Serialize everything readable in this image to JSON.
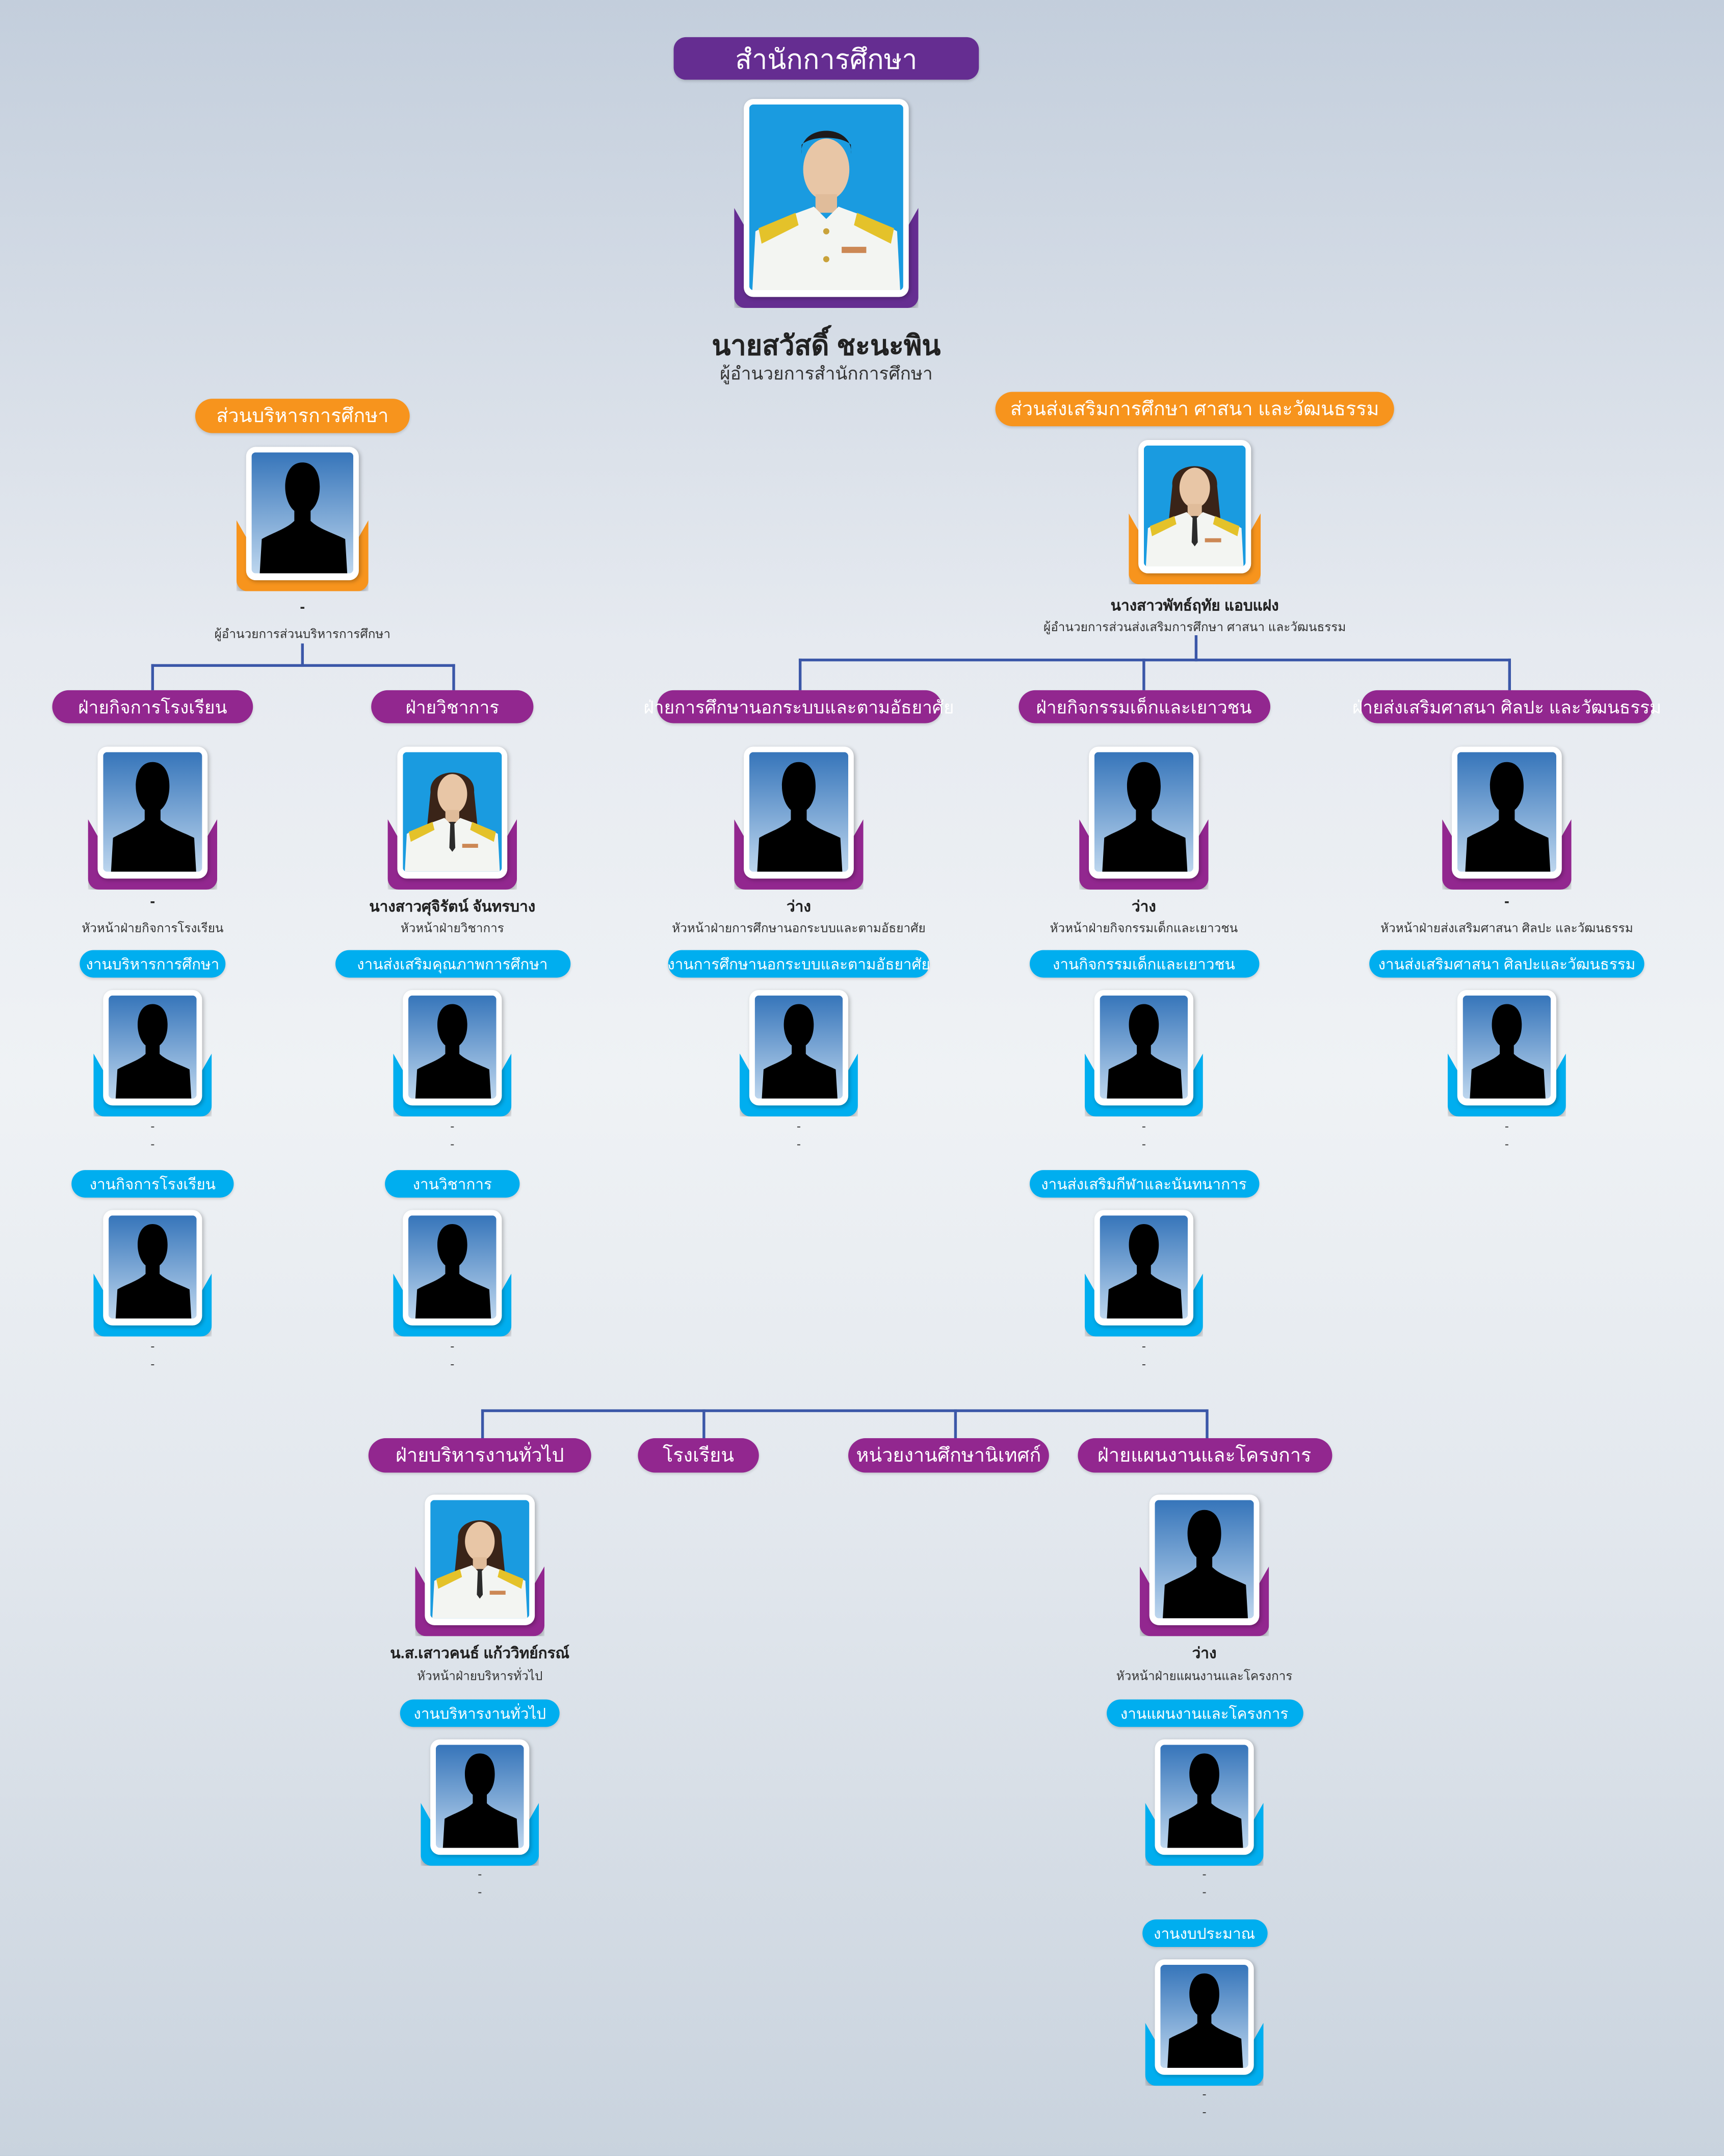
{
  "colors": {
    "primary_purple": "#652d91",
    "division_purple": "#92278f",
    "section_orange": "#f7941d",
    "unit_blue": "#00aeef",
    "connector": "#3b57a8"
  },
  "office": {
    "title": "สำนักการศึกษา",
    "director": {
      "name": "นายสวัสดิ์ ชะนะพิน",
      "position": "ผู้อำนวยการสำนักการศึกษา",
      "photo": "man-portrait"
    }
  },
  "sections": [
    {
      "title": "ส่วนบริหารการศึกษา",
      "head": {
        "name": "-",
        "position": "ผู้อำนวยการส่วนบริหารการศึกษา",
        "photo": "silhouette"
      }
    },
    {
      "title": "ส่วนส่งเสริมการศึกษา ศาสนา และวัฒนธรรม",
      "head": {
        "name": "นางสาวพัทธ์ฤทัย  แอบแฝง",
        "position": "ผู้อำนวยการส่วนส่งเสริมการศึกษา ศาสนา และวัฒนธรรม",
        "photo": "woman-portrait"
      }
    }
  ],
  "divisions": [
    {
      "title": "ฝ่ายกิจการโรงเรียน",
      "head": {
        "name": "-",
        "position": "หัวหน้าฝ่ายกิจการโรงเรียน",
        "photo": "silhouette"
      },
      "units": [
        {
          "title": "งานบริหารการศึกษา",
          "staff": {
            "name": "-",
            "position": "-"
          }
        },
        {
          "title": "งานกิจการโรงเรียน",
          "staff": {
            "name": "-",
            "position": "-"
          }
        }
      ]
    },
    {
      "title": "ฝ่ายวิชาการ",
      "head": {
        "name": "นางสาวศุจิรัตน์ จันทรบาง",
        "position": "หัวหน้าฝ่ายวิชาการ",
        "photo": "woman-portrait"
      },
      "units": [
        {
          "title": "งานส่งเสริมคุณภาพการศึกษา",
          "staff": {
            "name": "-",
            "position": "-"
          }
        },
        {
          "title": "งานวิชาการ",
          "staff": {
            "name": "-",
            "position": "-"
          }
        }
      ]
    },
    {
      "title": "ฝ่ายการศึกษานอกระบบและตามอัธยาศัย",
      "head": {
        "name": "ว่าง",
        "position": "หัวหน้าฝ่ายการศึกษานอกระบบและตามอัธยาศัย",
        "photo": "silhouette"
      },
      "units": [
        {
          "title": "งานการศึกษานอกระบบและตามอัธยาศัย",
          "staff": {
            "name": "-",
            "position": "-"
          }
        }
      ]
    },
    {
      "title": "ฝ่ายกิจกรรมเด็กและเยาวชน",
      "head": {
        "name": "ว่าง",
        "position": "หัวหน้าฝ่ายกิจกรรมเด็กและเยาวชน",
        "photo": "silhouette"
      },
      "units": [
        {
          "title": "งานกิจกรรมเด็กและเยาวชน",
          "staff": {
            "name": "-",
            "position": "-"
          }
        },
        {
          "title": "งานส่งเสริมกีฬาและนันทนาการ",
          "staff": {
            "name": "-",
            "position": "-"
          }
        }
      ]
    },
    {
      "title": "ฝ่ายส่งเสริมศาสนา ศิลปะ และวัฒนธรรม",
      "head": {
        "name": "-",
        "position": "หัวหน้าฝ่ายส่งเสริมศาสนา ศิลปะ และวัฒนธรรม",
        "photo": "silhouette"
      },
      "units": [
        {
          "title": "งานส่งเสริมศาสนา ศิลปะและวัฒนธรรม",
          "staff": {
            "name": "-",
            "position": "-"
          }
        }
      ]
    }
  ],
  "office_divisions": [
    {
      "title": "ฝ่ายบริหารงานทั่วไป",
      "head": {
        "name": "น.ส.เสาวคนธ์ แก้ววิทย์กรณ์",
        "position": "หัวหน้าฝ่ายบริหารทั่วไป",
        "photo": "woman-portrait"
      },
      "units": [
        {
          "title": "งานบริหารงานทั่วไป",
          "staff": {
            "name": "-",
            "position": "-"
          }
        }
      ]
    },
    {
      "title": "โรงเรียน"
    },
    {
      "title": "หน่วยงานศึกษานิเทศก์"
    },
    {
      "title": "ฝ่ายแผนงานและโครงการ",
      "head": {
        "name": "ว่าง",
        "position": "หัวหน้าฝ่ายแผนงานและโครงการ",
        "photo": "silhouette"
      },
      "units": [
        {
          "title": "งานแผนงานและโครงการ",
          "staff": {
            "name": "-",
            "position": "-"
          }
        },
        {
          "title": "งานงบประมาณ",
          "staff": {
            "name": "-",
            "position": "-"
          }
        }
      ]
    }
  ]
}
